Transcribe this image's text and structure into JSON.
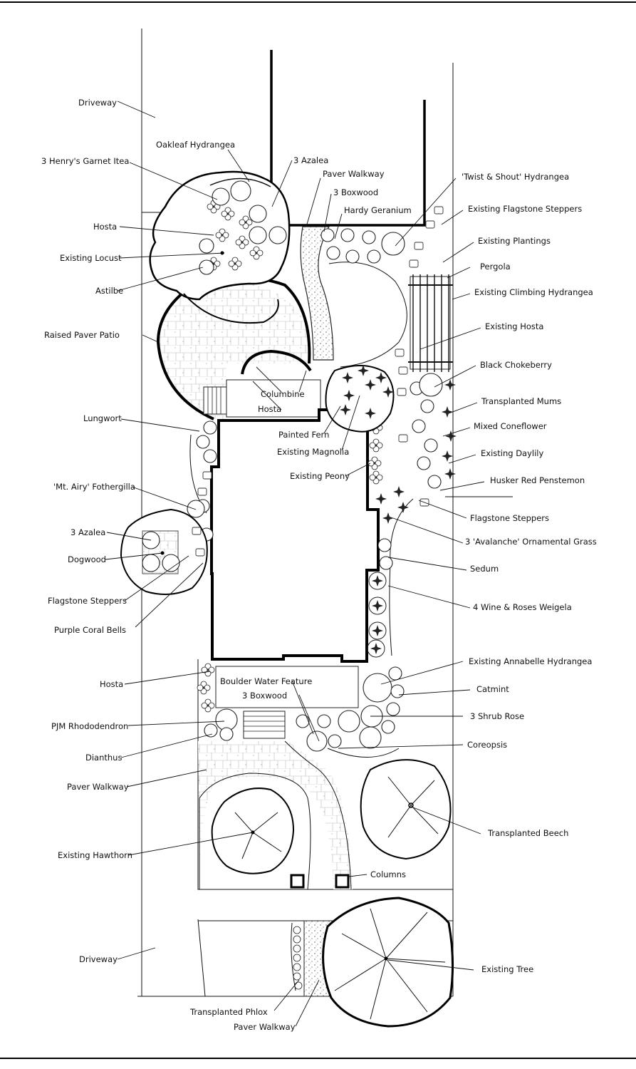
{
  "labels": {
    "driveway_top": "Driveway",
    "oakleaf_hydrangea": "Oakleaf Hydrangea",
    "henrys_garnet": "3 Henry's Garnet Itea",
    "azalea_top": "3 Azalea",
    "paver_walkway_top": "Paver Walkway",
    "boxwood_top": "3 Boxwood",
    "hardy_geranium": "Hardy Geranium",
    "twist_shout": "'Twist & Shout' Hydrangea",
    "existing_flagstone": "Existing Flagstone Steppers",
    "existing_plantings": "Existing Plantings",
    "pergola": "Pergola",
    "climbing_hydrangea": "Existing Climbing Hydrangea",
    "existing_hosta": "Existing Hosta",
    "black_chokeberry": "Black Chokeberry",
    "transplanted_mums": "Transplanted Mums",
    "mixed_coneflower": "Mixed Coneflower",
    "existing_daylily": "Existing Daylily",
    "husker_red": "Husker Red Penstemon",
    "flagstone_right": "Flagstone Steppers",
    "avalanche_grass": "3 'Avalanche' Ornamental Grass",
    "sedum": "Sedum",
    "wine_roses": "4 Wine & Roses Weigela",
    "annabelle": "Existing Annabelle Hydrangea",
    "catmint": "Catmint",
    "shrub_rose": "3 Shrub Rose",
    "coreopsis": "Coreopsis",
    "transplanted_beech": "Transplanted Beech",
    "columns": "Columns",
    "existing_tree": "Existing Tree",
    "hosta_top": "Hosta",
    "existing_locust": "Existing Locust",
    "astilbe": "Astilbe",
    "raised_patio": "Raised Paver Patio",
    "columbine": "Columbine",
    "hosta_center": "Hosta",
    "painted_fern": "Painted Fern",
    "existing_magnolia": "Existing Magnolia",
    "existing_peony": "Existing Peony",
    "lungwort": "Lungwort",
    "fothergilla": "'Mt. Airy' Fothergilla",
    "azalea_left": "3 Azalea",
    "dogwood": "Dogwood",
    "flagstone_left": "Flagstone Steppers",
    "coral_bells": "Purple Coral Bells",
    "hosta_lower": "Hosta",
    "boulder_water": "Boulder Water Feature",
    "boxwood_lower": "3 Boxwood",
    "pjm_rhodo": "PJM Rhododendron",
    "dianthus": "Dianthus",
    "paver_walkway_left": "Paver Walkway",
    "existing_hawthorn": "Existing Hawthorn",
    "driveway_bottom": "Driveway",
    "transplanted_phlox": "Transplanted Phlox",
    "paver_walkway_bottom": "Paver Walkway"
  },
  "colors": {
    "ink": "#111111",
    "paper": "#ffffff"
  }
}
